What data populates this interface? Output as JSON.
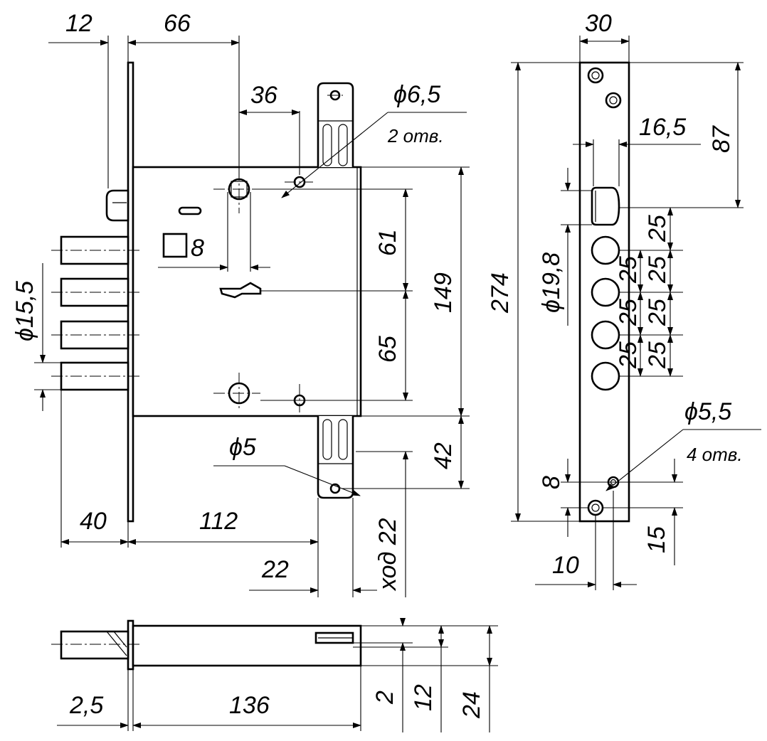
{
  "dimensions": {
    "d12": "12",
    "d66": "66",
    "d36": "36",
    "d30": "30",
    "phi65": "ϕ6,5",
    "holes2": "2 отв.",
    "d165": "16,5",
    "d87": "87",
    "sq8": "8",
    "d61": "61",
    "d149": "149",
    "d274": "274",
    "d65": "65",
    "phi198": "ϕ19,8",
    "phi155": "ϕ15,5",
    "d25a": "25",
    "d25b": "25",
    "d25c": "25",
    "d25d": "25",
    "d25e": "25",
    "d25f": "25",
    "d25g": "25",
    "phi55": "ϕ5,5",
    "holes4": "4 отв.",
    "phi5": "ϕ5",
    "d42": "42",
    "d8": "8",
    "d40": "40",
    "d112": "112",
    "d22a": "22",
    "stroke22": "ход 22",
    "d10": "10",
    "d15": "15",
    "d25t": "2,5",
    "d136": "136",
    "d2": "2",
    "d12b": "12",
    "d24": "24"
  }
}
